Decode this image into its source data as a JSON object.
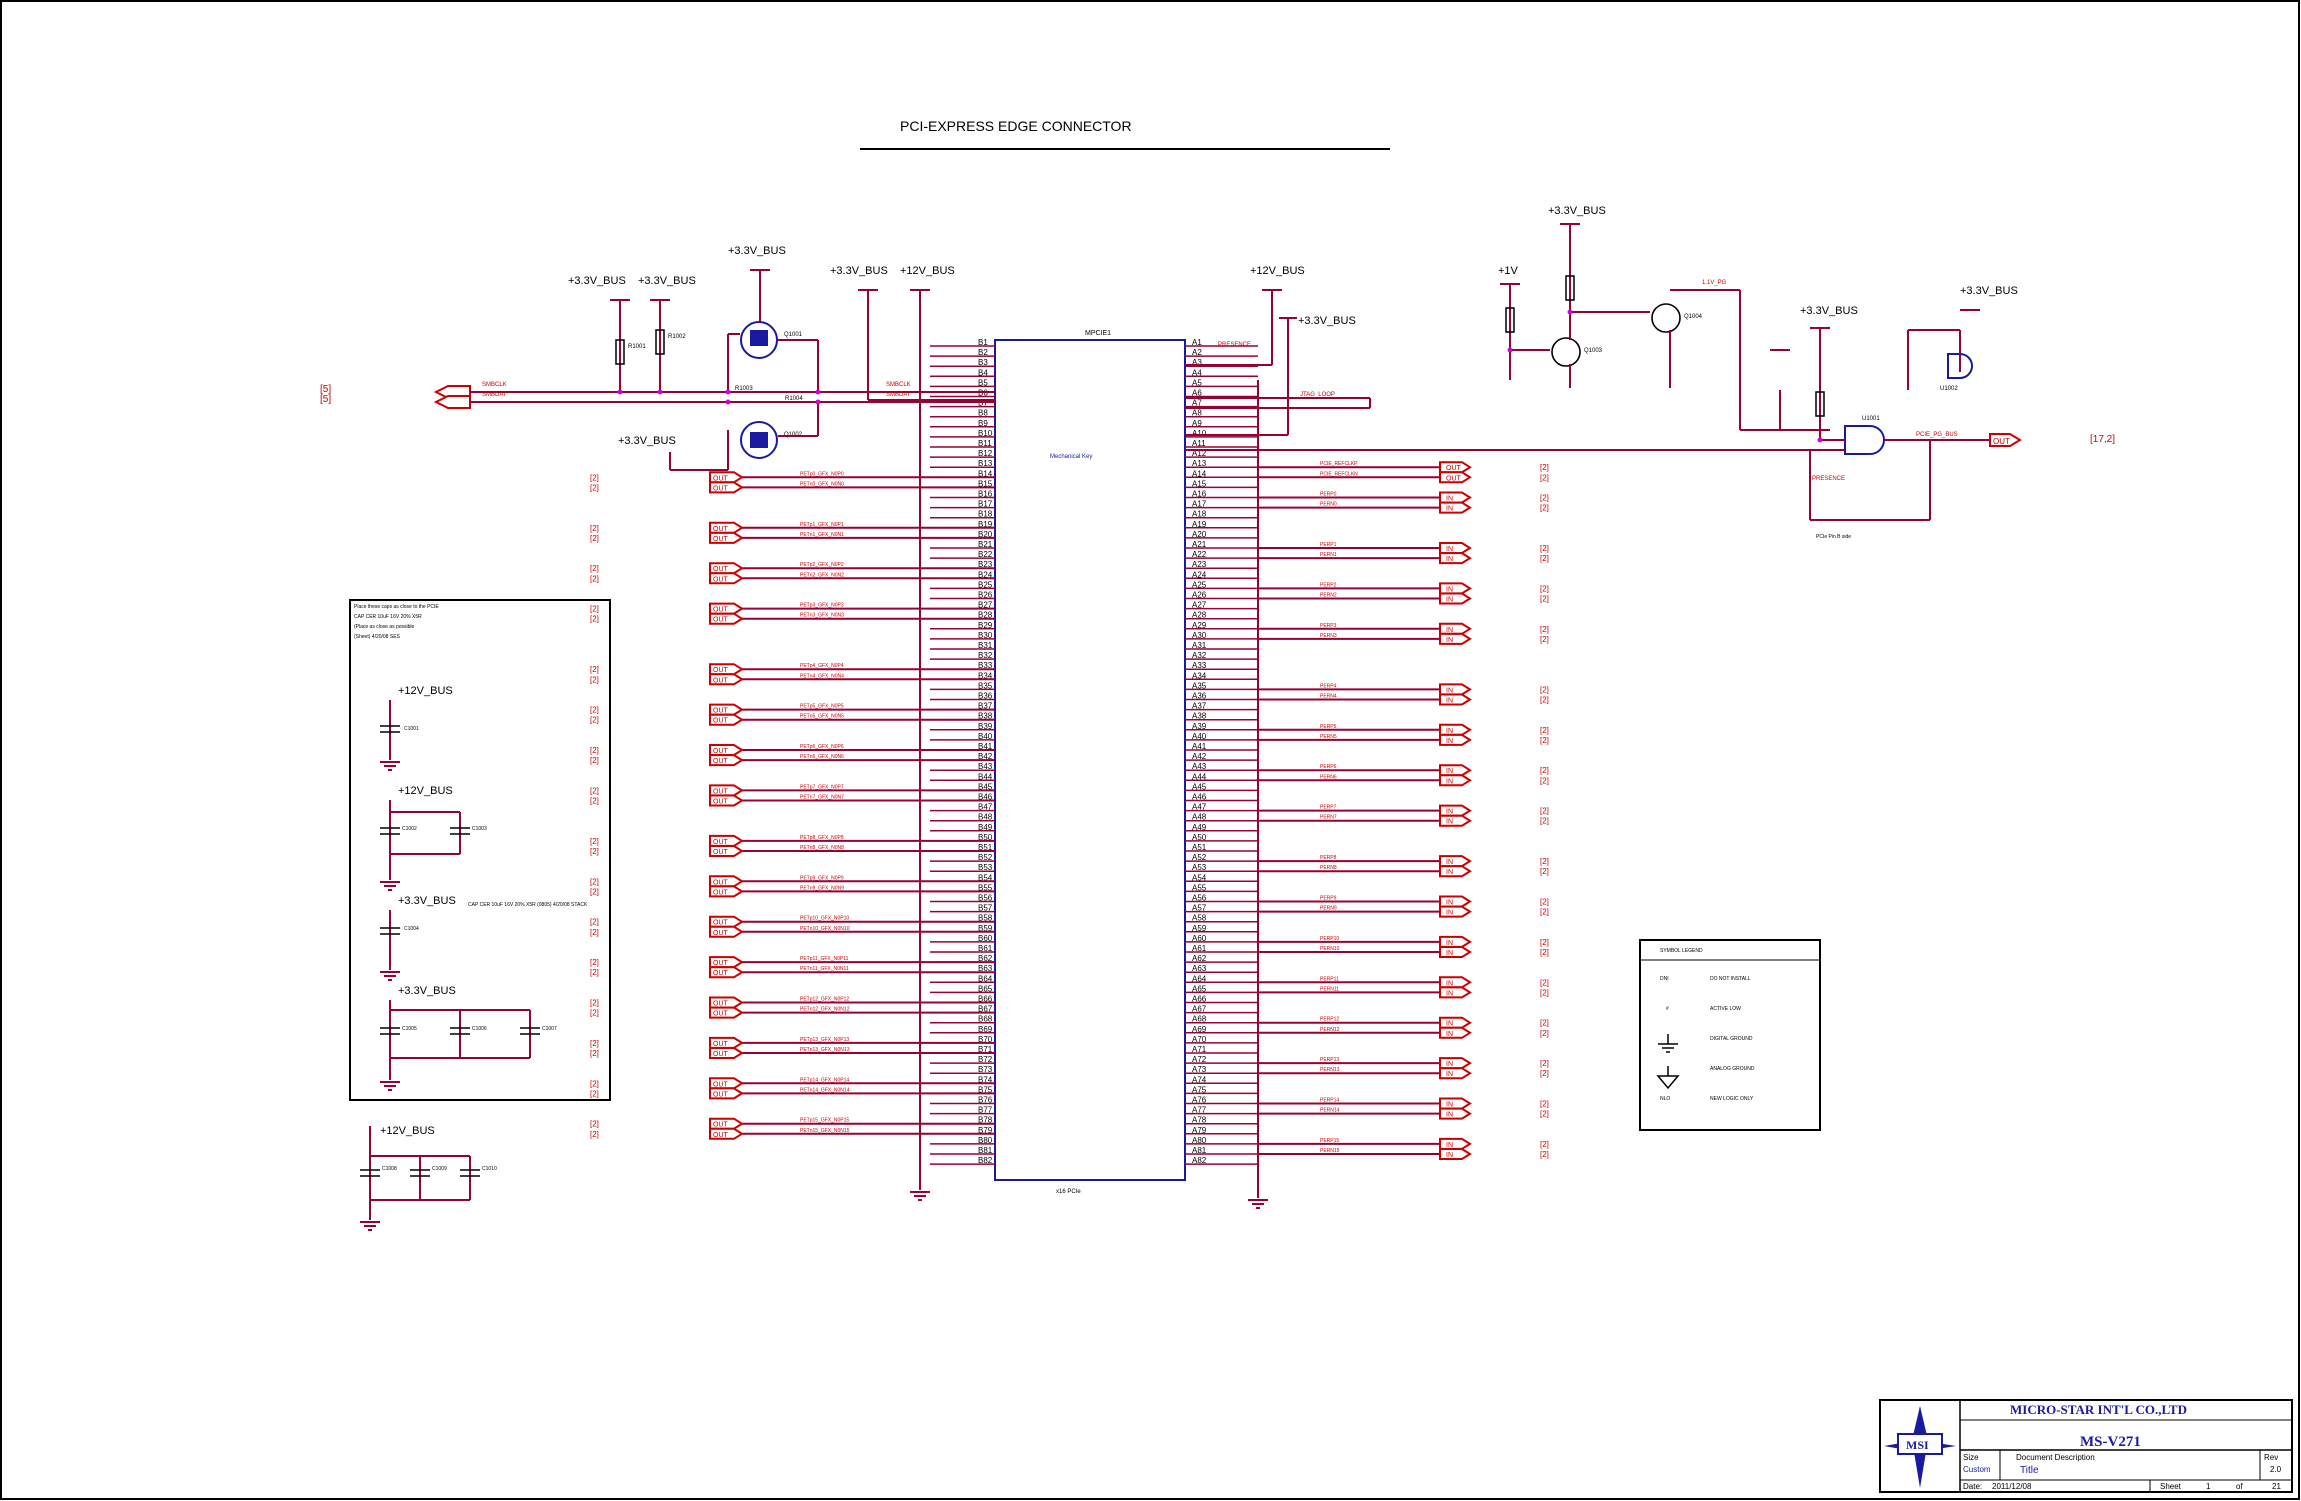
{
  "sheet": {
    "title": "PCI-EXPRESS EDGE CONNECTOR",
    "connector_ref": "MPCIE1",
    "connector_inner_label": "Mechanical Key",
    "connector_footprint": "x16 PCIe"
  },
  "power_labels": {
    "p33_1": "+3.3V_BUS",
    "p33_2": "+3.3V_BUS",
    "p33_3": "+3.3V_BUS",
    "p33_4": "+3.3V_BUS",
    "p33_5": "+3.3V_BUS",
    "p12_1": "+12V_BUS",
    "p12_2": "+12V_BUS",
    "p33_6": "+3.3V_BUS",
    "p33_7": "+3.3V_BUS",
    "p1v": "+1V",
    "p33_8": "+3.3V_BUS",
    "p33_9": "+3.3V_BUS"
  },
  "smbus": {
    "clk": "SMBCLK",
    "dat": "SMBDAT",
    "ref_tag": "[5]",
    "q1": "Q1001",
    "q2": "Q1002",
    "r1": "R1001",
    "r2": "R1002",
    "r3": "R1003",
    "r4": "R1004"
  },
  "prsnt": {
    "net": "PRESENCE",
    "jtag_net": "JTAG_LOOP",
    "pwr_net": "1.1V_PG",
    "out_net": "PCIE_PG_BUS",
    "out_tag": "[17,2]",
    "q3": "Q1003",
    "q4": "Q1004",
    "u1": "U1001",
    "u2": "U1002",
    "r_loop": "PCIe Pin B side"
  },
  "connector": {
    "b_pins": [
      "B1",
      "B2",
      "B3",
      "B4",
      "B5",
      "B6",
      "B7",
      "B8",
      "B9",
      "B10",
      "B11",
      "B12",
      "B13",
      "B14",
      "B15",
      "B16",
      "B17",
      "B18",
      "B19",
      "B20",
      "B21",
      "B22",
      "B23",
      "B24",
      "B25",
      "B26",
      "B27",
      "B28",
      "B29",
      "B30",
      "B31",
      "B32",
      "B33",
      "B34",
      "B35",
      "B36",
      "B37",
      "B38",
      "B39",
      "B40",
      "B41",
      "B42",
      "B43",
      "B44",
      "B45",
      "B46",
      "B47",
      "B48",
      "B49",
      "B50",
      "B51",
      "B52",
      "B53",
      "B54",
      "B55",
      "B56",
      "B57",
      "B58",
      "B59",
      "B60",
      "B61",
      "B62",
      "B63",
      "B64",
      "B65",
      "B66",
      "B67",
      "B68",
      "B69",
      "B70",
      "B71",
      "B72",
      "B73",
      "B74",
      "B75",
      "B76",
      "B77",
      "B78",
      "B79",
      "B80",
      "B81",
      "B82"
    ],
    "a_pins": [
      "A1",
      "A2",
      "A3",
      "A4",
      "A5",
      "A6",
      "A7",
      "A8",
      "A9",
      "A10",
      "A11",
      "A12",
      "A13",
      "A14",
      "A15",
      "A16",
      "A17",
      "A18",
      "A19",
      "A20",
      "A21",
      "A22",
      "A23",
      "A24",
      "A25",
      "A26",
      "A27",
      "A28",
      "A29",
      "A30",
      "A31",
      "A32",
      "A33",
      "A34",
      "A35",
      "A36",
      "A37",
      "A38",
      "A39",
      "A40",
      "A41",
      "A42",
      "A43",
      "A44",
      "A45",
      "A46",
      "A47",
      "A48",
      "A49",
      "A50",
      "A51",
      "A52",
      "A53",
      "A54",
      "A55",
      "A56",
      "A57",
      "A58",
      "A59",
      "A60",
      "A61",
      "A62",
      "A63",
      "A64",
      "A65",
      "A66",
      "A67",
      "A68",
      "A69",
      "A70",
      "A71",
      "A72",
      "A73",
      "A74",
      "A75",
      "A76",
      "A77",
      "A78",
      "A79",
      "A80",
      "A81",
      "A82"
    ],
    "tx_nets": [
      "PETp0_GFX_N0P0",
      "PETn0_GFX_N0N0",
      "PETp1_GFX_N0P1",
      "PETn1_GFX_N0N1",
      "PETp2_GFX_N0P2",
      "PETn2_GFX_N0N2",
      "PETp3_GFX_N0P3",
      "PETn3_GFX_N0N3",
      "PETp4_GFX_N0P4",
      "PETn4_GFX_N0N4",
      "PETp5_GFX_N0P5",
      "PETn5_GFX_N0N5",
      "PETp6_GFX_N0P6",
      "PETn6_GFX_N0N6",
      "PETp7_GFX_N0P7",
      "PETn7_GFX_N0N7",
      "PETp8_GFX_N0P8",
      "PETn8_GFX_N0N8",
      "PETp9_GFX_N0P9",
      "PETn9_GFX_N0N9",
      "PETp10_GFX_N0P10",
      "PETn10_GFX_N0N10",
      "PETp11_GFX_N0P11",
      "PETn11_GFX_N0N11",
      "PETp12_GFX_N0P12",
      "PETn12_GFX_N0N12",
      "PETp13_GFX_N0P13",
      "PETn13_GFX_N0N13",
      "PETp14_GFX_N0P14",
      "PETn14_GFX_N0N14",
      "PETp15_GFX_N0P15",
      "PETn15_GFX_N0N15"
    ],
    "rx_nets": [
      "PCIE_REFCLKP",
      "PCIE_REFCLKN",
      "PERP0",
      "PERN0",
      "PERP1",
      "PERN1",
      "PERP2",
      "PERN2",
      "PERP3",
      "PERN3",
      "PERP4",
      "PERN4",
      "PERP5",
      "PERN5",
      "PERP6",
      "PERN6",
      "PERP7",
      "PERN7",
      "PERP8",
      "PERN8",
      "PERP9",
      "PERN9",
      "PERP10",
      "PERN10",
      "PERP11",
      "PERN11",
      "PERP12",
      "PERN12",
      "PERP13",
      "PERN13",
      "PERP14",
      "PERN14",
      "PERP15",
      "PERN15"
    ],
    "port_out": "OUT",
    "port_in": "IN",
    "ref_tag": "[2]"
  },
  "decoupling": {
    "note_lines": [
      "Place these caps as close to the PCIE",
      "CAP CER 10uF 16V 20% X5R",
      "(Place as close as possible",
      "(Sheet) 4/20/08 SES"
    ],
    "p12_a": "+12V_BUS",
    "p12_b": "+12V_BUS",
    "p33_a": "+3.3V_BUS",
    "p33_b": "+3.3V_BUS",
    "p12_c": "+12V_BUS",
    "cap_note": "CAP CER 10uF 16V 20% X5R (0805) 4/20/08 STACK",
    "caps": [
      "C1001",
      "C1002",
      "C1003",
      "C1004",
      "C1005",
      "C1006",
      "C1007",
      "C1008",
      "C1009",
      "C1010"
    ]
  },
  "legend": {
    "title": "SYMBOL LEGEND",
    "rows": [
      {
        "sym": "DNI",
        "desc": "DO NOT INSTALL"
      },
      {
        "sym": "#",
        "desc": "ACTIVE LOW"
      },
      {
        "sym": "",
        "desc": "DIGITAL GROUND"
      },
      {
        "sym": "",
        "desc": "ANALOG GROUND"
      },
      {
        "sym": "NLO",
        "desc": "NEW LOGIC ONLY"
      }
    ]
  },
  "title_block": {
    "company": "MICRO-STAR INT'L CO.,LTD",
    "project": "MS-V271",
    "logo": "MSI",
    "size_label": "Size",
    "size_value": "Custom",
    "doc_label": "Document Description",
    "doc_value": "Title",
    "rev_label": "Rev",
    "rev_value": "2.0",
    "date_label": "Date:",
    "date_value": "2011/12/08",
    "sheet_label": "Sheet",
    "sheet_value": "1",
    "of_label": "of",
    "of_value": "21"
  }
}
